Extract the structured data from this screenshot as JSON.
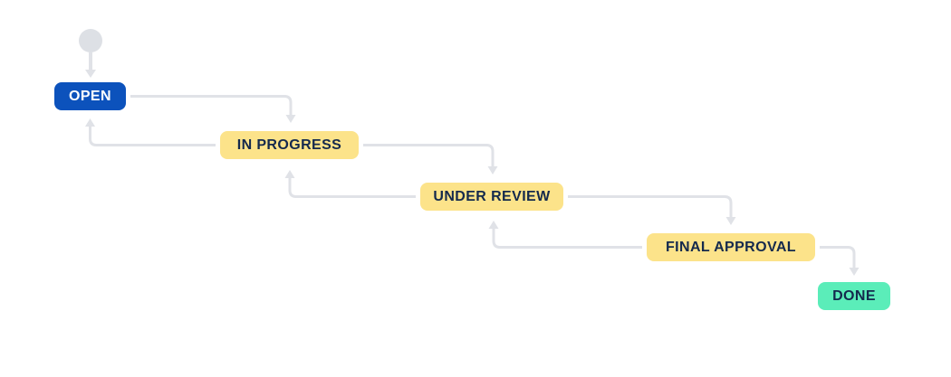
{
  "diagram": {
    "type": "workflow",
    "background_color": "#FFFFFF",
    "connector_color": "#E0E2E7",
    "start_node": {
      "shape": "circle",
      "color": "#DDE0E5"
    },
    "nodes": [
      {
        "id": "open",
        "label": "OPEN",
        "bg": "#0C52BC",
        "text": "#FFFFFF"
      },
      {
        "id": "in-progress",
        "label": "IN PROGRESS",
        "bg": "#FCE38A",
        "text": "#14294D"
      },
      {
        "id": "under-review",
        "label": "UNDER REVIEW",
        "bg": "#FCE38A",
        "text": "#14294D"
      },
      {
        "id": "final-approval",
        "label": "FINAL APPROVAL",
        "bg": "#FCE38A",
        "text": "#14294D"
      },
      {
        "id": "done",
        "label": "DONE",
        "bg": "#5BEDB9",
        "text": "#14294D"
      }
    ],
    "transitions": [
      {
        "from": "start",
        "to": "open"
      },
      {
        "from": "open",
        "to": "in-progress"
      },
      {
        "from": "in-progress",
        "to": "open"
      },
      {
        "from": "in-progress",
        "to": "under-review"
      },
      {
        "from": "under-review",
        "to": "in-progress"
      },
      {
        "from": "under-review",
        "to": "final-approval"
      },
      {
        "from": "final-approval",
        "to": "under-review"
      },
      {
        "from": "final-approval",
        "to": "done"
      }
    ]
  }
}
